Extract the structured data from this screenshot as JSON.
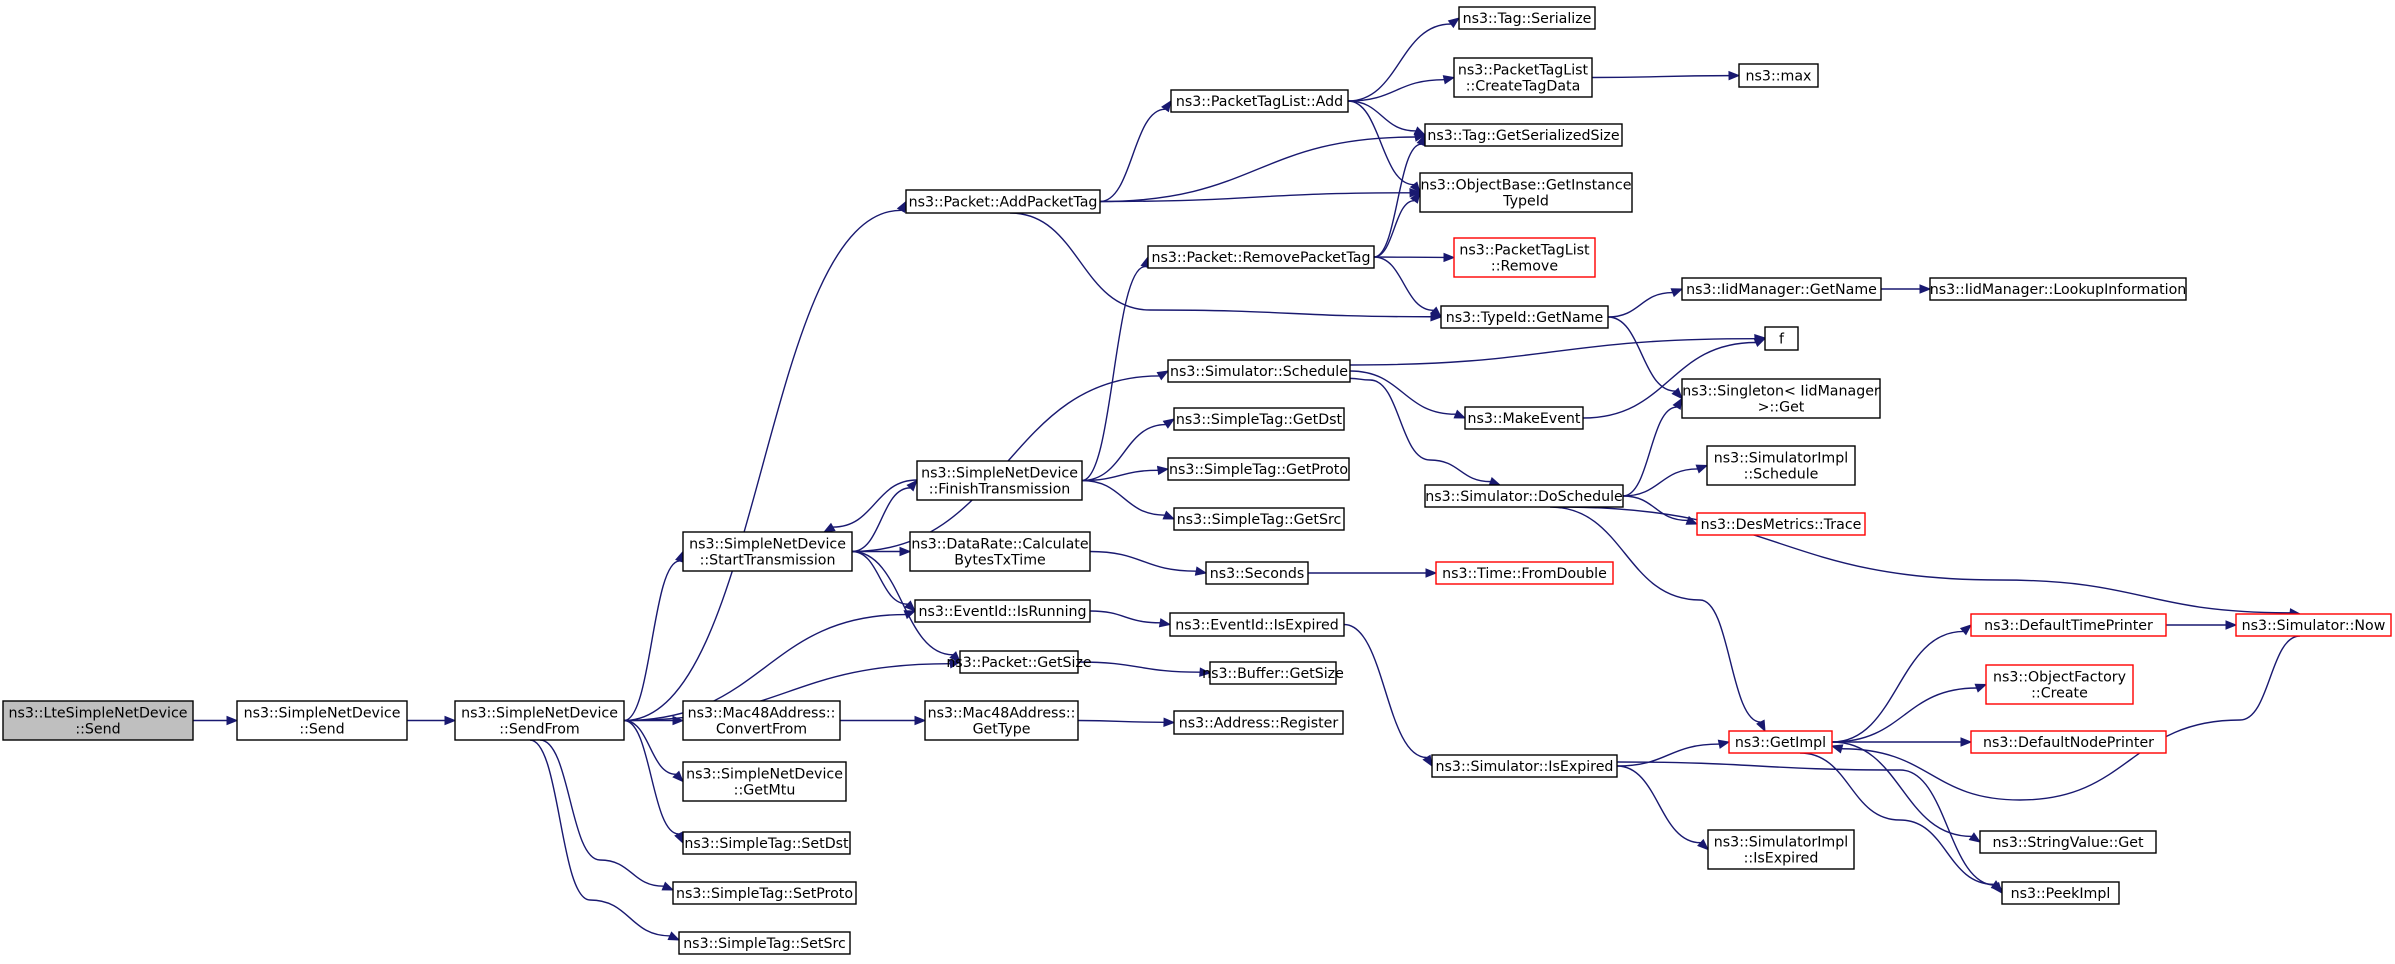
{
  "title": "",
  "colors": {
    "normal_border": "#000000",
    "truncated_border": "#ff0000",
    "root_fill": "#bfbfbf",
    "edge": "#191970"
  },
  "nodes": {
    "lte_send": {
      "lines": [
        "ns3::LteSimpleNetDevice",
        "::Send"
      ],
      "kind": "root"
    },
    "snd_send": {
      "lines": [
        "ns3::SimpleNetDevice",
        "::Send"
      ],
      "kind": "normal"
    },
    "snd_sendfrom": {
      "lines": [
        "ns3::SimpleNetDevice",
        "::SendFrom"
      ],
      "kind": "normal"
    },
    "snd_starttx": {
      "lines": [
        "ns3::SimpleNetDevice",
        "::StartTransmission"
      ],
      "kind": "normal"
    },
    "mac48_convertfrom": {
      "lines": [
        "ns3::Mac48Address::",
        "ConvertFrom"
      ],
      "kind": "normal"
    },
    "snd_getmtu": {
      "lines": [
        "ns3::SimpleNetDevice",
        "::GetMtu"
      ],
      "kind": "normal"
    },
    "st_setdst": {
      "lines": [
        "ns3::SimpleTag::SetDst"
      ],
      "kind": "normal"
    },
    "st_setproto": {
      "lines": [
        "ns3::SimpleTag::SetProto"
      ],
      "kind": "normal"
    },
    "st_setsrc": {
      "lines": [
        "ns3::SimpleTag::SetSrc"
      ],
      "kind": "normal"
    },
    "pkt_addpackettag": {
      "lines": [
        "ns3::Packet::AddPacketTag"
      ],
      "kind": "normal"
    },
    "snd_finishtx": {
      "lines": [
        "ns3::SimpleNetDevice",
        "::FinishTransmission"
      ],
      "kind": "normal"
    },
    "dr_calc": {
      "lines": [
        "ns3::DataRate::Calculate",
        "BytesTxTime"
      ],
      "kind": "normal"
    },
    "ev_isrunning": {
      "lines": [
        "ns3::EventId::IsRunning"
      ],
      "kind": "normal"
    },
    "pkt_getsize": {
      "lines": [
        "ns3::Packet::GetSize"
      ],
      "kind": "normal"
    },
    "mac48_gettype": {
      "lines": [
        "ns3::Mac48Address::",
        "GetType"
      ],
      "kind": "normal"
    },
    "ptl_add": {
      "lines": [
        "ns3::PacketTagList::Add"
      ],
      "kind": "normal"
    },
    "pkt_removepackettag": {
      "lines": [
        "ns3::Packet::RemovePacketTag"
      ],
      "kind": "normal"
    },
    "sim_schedule": {
      "lines": [
        "ns3::Simulator::Schedule"
      ],
      "kind": "normal"
    },
    "st_getdst": {
      "lines": [
        "ns3::SimpleTag::GetDst"
      ],
      "kind": "normal"
    },
    "st_getproto": {
      "lines": [
        "ns3::SimpleTag::GetProto"
      ],
      "kind": "normal"
    },
    "st_getsrc": {
      "lines": [
        "ns3::SimpleTag::GetSrc"
      ],
      "kind": "normal"
    },
    "seconds": {
      "lines": [
        "ns3::Seconds"
      ],
      "kind": "normal"
    },
    "ev_isexpired": {
      "lines": [
        "ns3::EventId::IsExpired"
      ],
      "kind": "normal"
    },
    "buf_getsize": {
      "lines": [
        "ns3::Buffer::GetSize"
      ],
      "kind": "normal"
    },
    "addr_register": {
      "lines": [
        "ns3::Address::Register"
      ],
      "kind": "normal"
    },
    "tag_serialize": {
      "lines": [
        "ns3::Tag::Serialize"
      ],
      "kind": "normal"
    },
    "ptl_createtagdata": {
      "lines": [
        "ns3::PacketTagList",
        "::CreateTagData"
      ],
      "kind": "normal"
    },
    "tag_getserializedsize": {
      "lines": [
        "ns3::Tag::GetSerializedSize"
      ],
      "kind": "normal"
    },
    "ob_getinstancetypeid": {
      "lines": [
        "ns3::ObjectBase::GetInstance",
        "TypeId"
      ],
      "kind": "normal"
    },
    "ptl_remove": {
      "lines": [
        "ns3::PacketTagList",
        "::Remove"
      ],
      "kind": "truncated"
    },
    "typeid_getname": {
      "lines": [
        "ns3::TypeId::GetName"
      ],
      "kind": "normal"
    },
    "makeevent": {
      "lines": [
        "ns3::MakeEvent"
      ],
      "kind": "normal"
    },
    "sim_doschedule": {
      "lines": [
        "ns3::Simulator::DoSchedule"
      ],
      "kind": "normal"
    },
    "time_fromdouble": {
      "lines": [
        "ns3::Time::FromDouble"
      ],
      "kind": "truncated"
    },
    "sim_isexpired": {
      "lines": [
        "ns3::Simulator::IsExpired"
      ],
      "kind": "normal"
    },
    "max": {
      "lines": [
        "ns3::max"
      ],
      "kind": "normal"
    },
    "iid_getname": {
      "lines": [
        "ns3::IidManager::GetName"
      ],
      "kind": "normal"
    },
    "iid_lookup": {
      "lines": [
        "ns3::IidManager::LookupInformation"
      ],
      "kind": "normal"
    },
    "f": {
      "lines": [
        "f"
      ],
      "kind": "normal"
    },
    "singleton_get": {
      "lines": [
        "ns3::Singleton< IidManager",
        " >::Get"
      ],
      "kind": "normal"
    },
    "simimpl_schedule": {
      "lines": [
        "ns3::SimulatorImpl",
        "::Schedule"
      ],
      "kind": "normal"
    },
    "desmetrics_trace": {
      "lines": [
        "ns3::DesMetrics::Trace"
      ],
      "kind": "truncated"
    },
    "getimpl": {
      "lines": [
        "ns3::GetImpl"
      ],
      "kind": "truncated"
    },
    "simimpl_isexpired": {
      "lines": [
        "ns3::SimulatorImpl",
        "::IsExpired"
      ],
      "kind": "normal"
    },
    "default_time_printer": {
      "lines": [
        "ns3::DefaultTimePrinter"
      ],
      "kind": "truncated"
    },
    "objfactory_create": {
      "lines": [
        "ns3::ObjectFactory",
        "::Create"
      ],
      "kind": "truncated"
    },
    "default_node_printer": {
      "lines": [
        "ns3::DefaultNodePrinter"
      ],
      "kind": "truncated"
    },
    "stringvalue_get": {
      "lines": [
        "ns3::StringValue::Get"
      ],
      "kind": "normal"
    },
    "peekimpl": {
      "lines": [
        "ns3::PeekImpl"
      ],
      "kind": "normal"
    },
    "sim_now": {
      "lines": [
        "ns3::Simulator::Now"
      ],
      "kind": "truncated"
    }
  },
  "edges": [
    [
      "lte_send",
      "snd_send"
    ],
    [
      "snd_send",
      "snd_sendfrom"
    ],
    [
      "snd_sendfrom",
      "pkt_addpackettag"
    ],
    [
      "snd_sendfrom",
      "snd_starttx"
    ],
    [
      "snd_sendfrom",
      "ev_isrunning"
    ],
    [
      "snd_sendfrom",
      "pkt_getsize"
    ],
    [
      "snd_sendfrom",
      "mac48_convertfrom"
    ],
    [
      "snd_sendfrom",
      "snd_getmtu"
    ],
    [
      "snd_sendfrom",
      "st_setdst"
    ],
    [
      "snd_sendfrom",
      "st_setproto"
    ],
    [
      "snd_sendfrom",
      "st_setsrc"
    ],
    [
      "snd_starttx",
      "sim_schedule"
    ],
    [
      "snd_starttx",
      "snd_finishtx"
    ],
    [
      "snd_starttx",
      "dr_calc"
    ],
    [
      "snd_starttx",
      "ev_isrunning"
    ],
    [
      "snd_starttx",
      "pkt_getsize"
    ],
    [
      "snd_finishtx",
      "snd_starttx"
    ],
    [
      "snd_finishtx",
      "pkt_removepackettag"
    ],
    [
      "snd_finishtx",
      "st_getdst"
    ],
    [
      "snd_finishtx",
      "st_getproto"
    ],
    [
      "snd_finishtx",
      "st_getsrc"
    ],
    [
      "dr_calc",
      "seconds"
    ],
    [
      "ev_isrunning",
      "ev_isexpired"
    ],
    [
      "pkt_getsize",
      "buf_getsize"
    ],
    [
      "mac48_convertfrom",
      "mac48_gettype"
    ],
    [
      "mac48_gettype",
      "addr_register"
    ],
    [
      "pkt_addpackettag",
      "ptl_add"
    ],
    [
      "pkt_addpackettag",
      "tag_getserializedsize"
    ],
    [
      "pkt_addpackettag",
      "ob_getinstancetypeid"
    ],
    [
      "pkt_addpackettag",
      "typeid_getname"
    ],
    [
      "ptl_add",
      "tag_serialize"
    ],
    [
      "ptl_add",
      "ptl_createtagdata"
    ],
    [
      "ptl_add",
      "tag_getserializedsize"
    ],
    [
      "ptl_add",
      "ob_getinstancetypeid"
    ],
    [
      "pkt_removepackettag",
      "tag_getserializedsize"
    ],
    [
      "pkt_removepackettag",
      "ob_getinstancetypeid"
    ],
    [
      "pkt_removepackettag",
      "ptl_remove"
    ],
    [
      "pkt_removepackettag",
      "typeid_getname"
    ],
    [
      "ptl_createtagdata",
      "max"
    ],
    [
      "typeid_getname",
      "iid_getname"
    ],
    [
      "typeid_getname",
      "singleton_get"
    ],
    [
      "iid_getname",
      "iid_lookup"
    ],
    [
      "sim_schedule",
      "f"
    ],
    [
      "sim_schedule",
      "makeevent"
    ],
    [
      "sim_schedule",
      "sim_doschedule"
    ],
    [
      "makeevent",
      "f"
    ],
    [
      "seconds",
      "time_fromdouble"
    ],
    [
      "ev_isexpired",
      "sim_isexpired"
    ],
    [
      "sim_doschedule",
      "singleton_get"
    ],
    [
      "sim_doschedule",
      "simimpl_schedule"
    ],
    [
      "sim_doschedule",
      "desmetrics_trace"
    ],
    [
      "sim_doschedule",
      "sim_now"
    ],
    [
      "sim_doschedule",
      "getimpl"
    ],
    [
      "sim_isexpired",
      "getimpl"
    ],
    [
      "sim_isexpired",
      "simimpl_isexpired"
    ],
    [
      "sim_isexpired",
      "peekimpl"
    ],
    [
      "getimpl",
      "default_time_printer"
    ],
    [
      "getimpl",
      "objfactory_create"
    ],
    [
      "getimpl",
      "default_node_printer"
    ],
    [
      "getimpl",
      "stringvalue_get"
    ],
    [
      "getimpl",
      "peekimpl"
    ],
    [
      "default_time_printer",
      "sim_now"
    ],
    [
      "sim_now",
      "getimpl"
    ]
  ]
}
